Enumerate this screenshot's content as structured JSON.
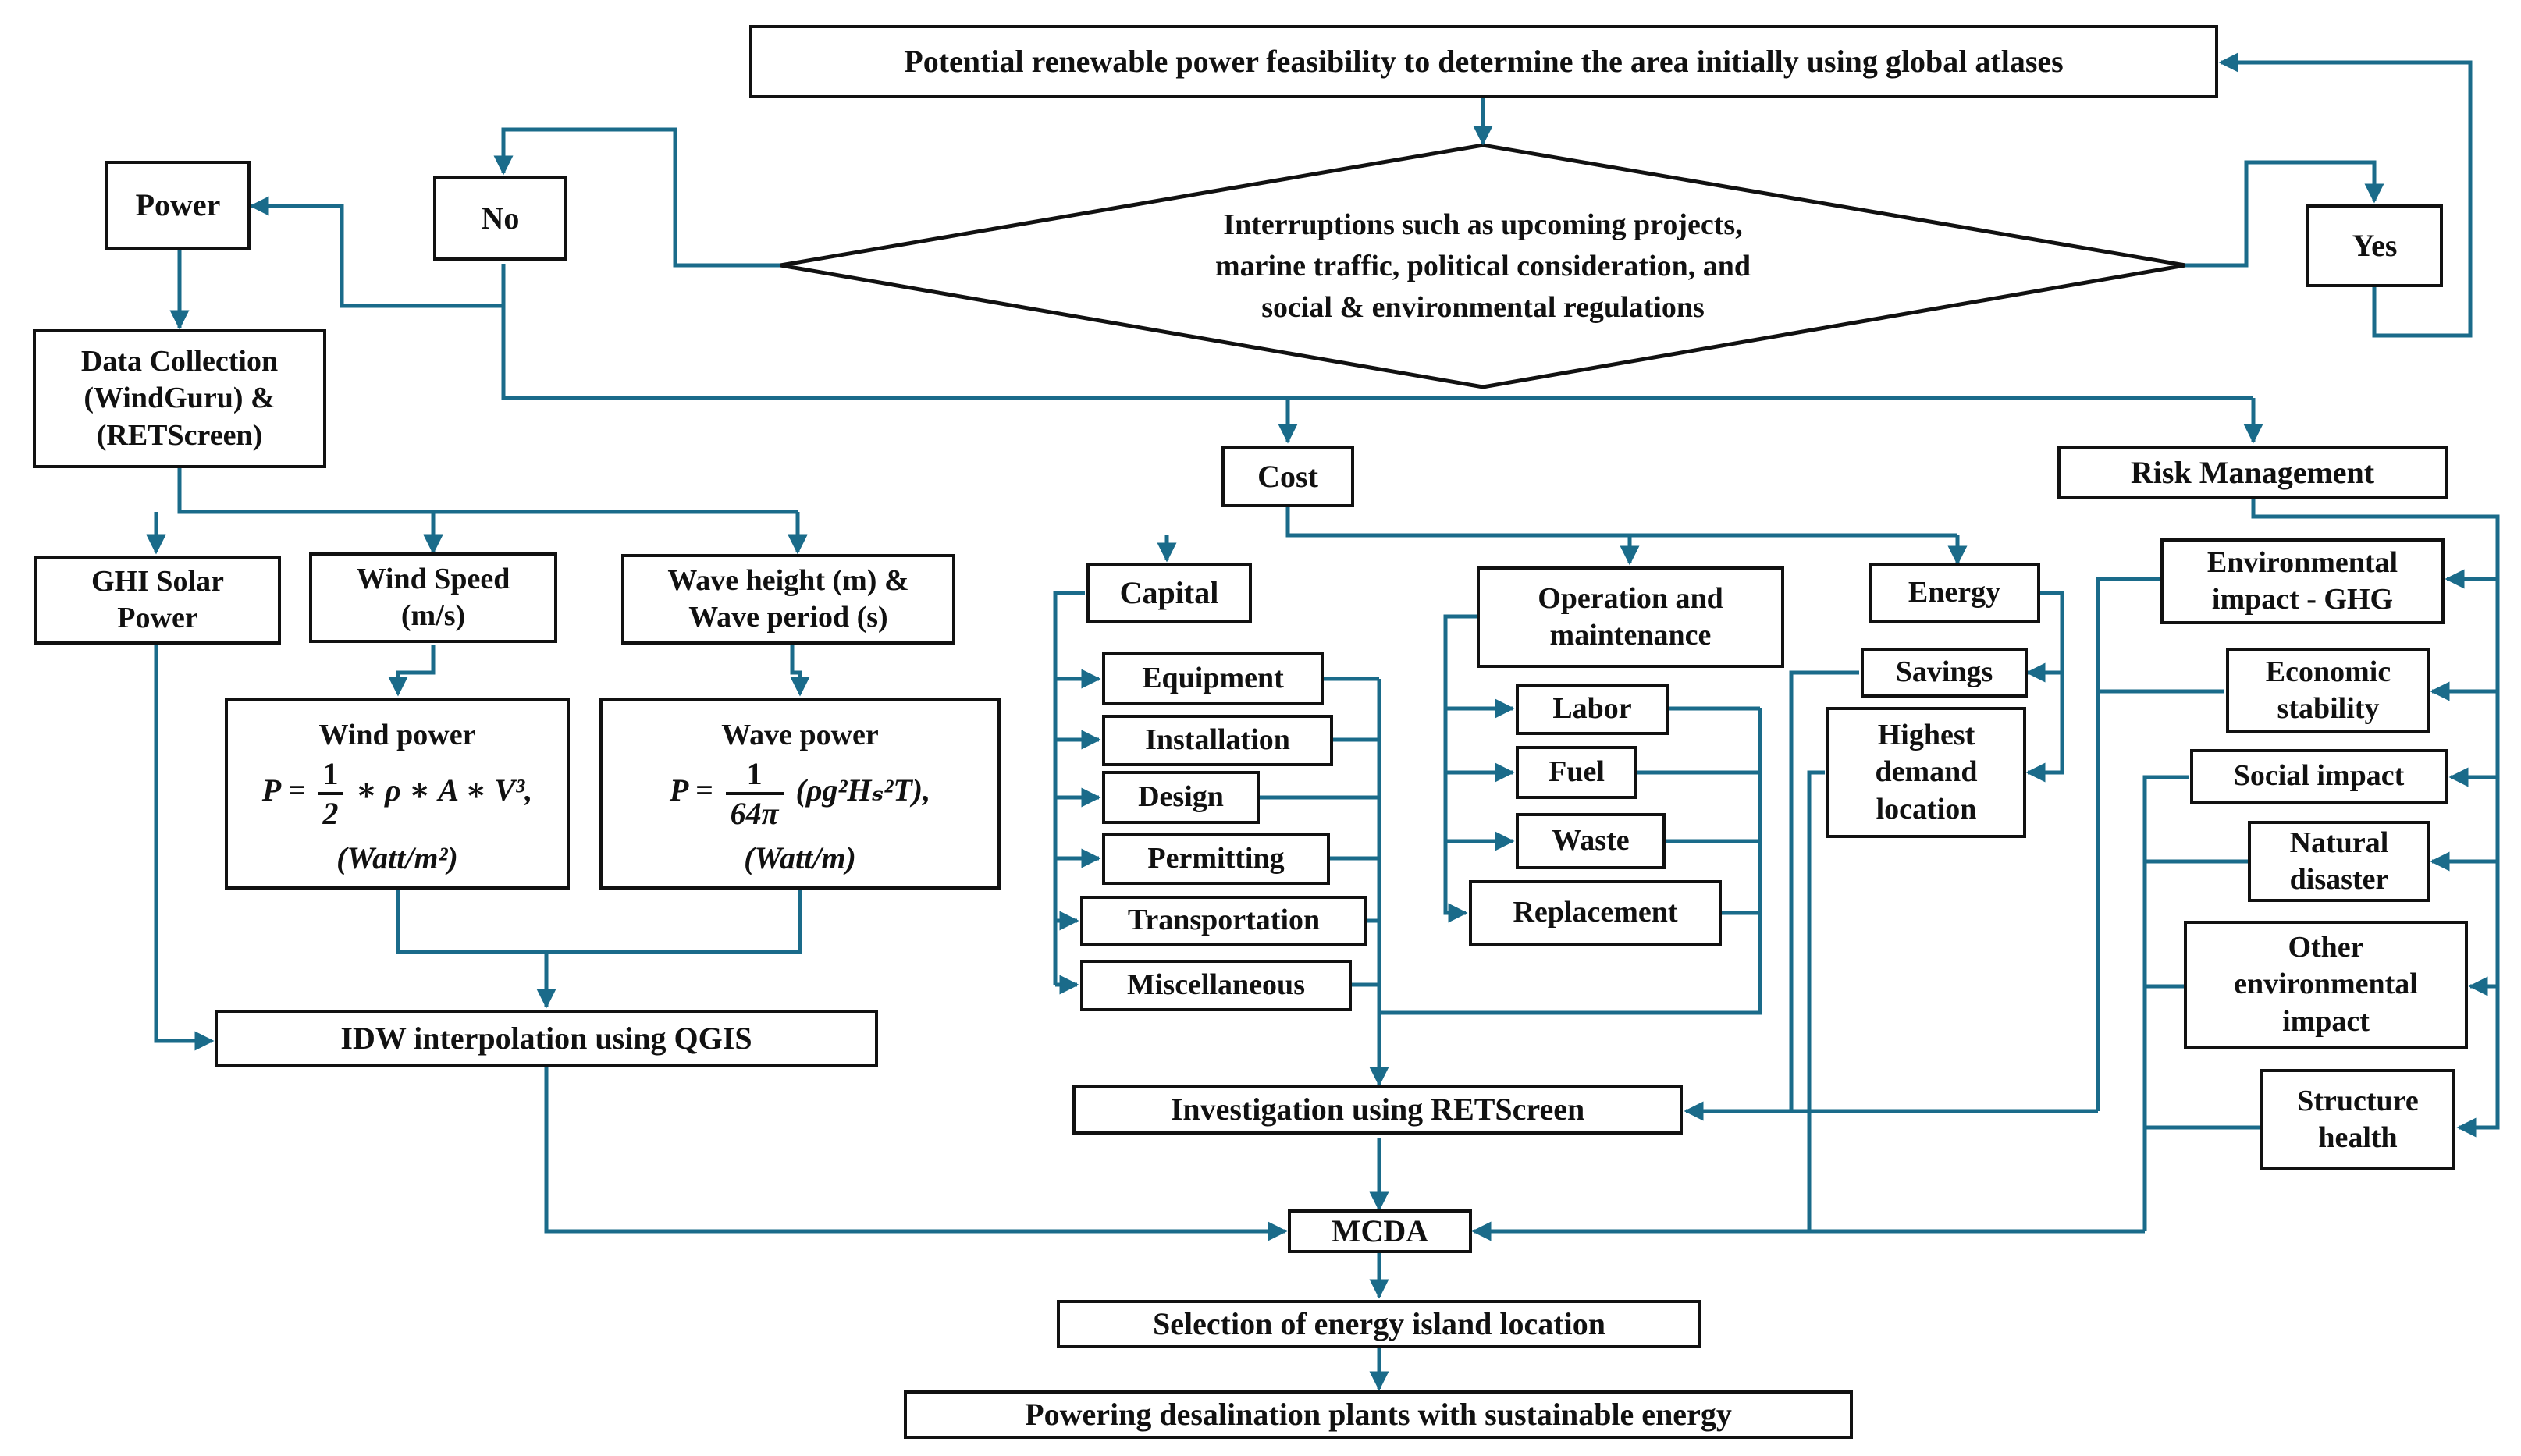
{
  "colors": {
    "connector": "#1a6b8a",
    "border": "#111111",
    "text": "#111111"
  },
  "nodes": {
    "top": "Potential renewable power feasibility to determine the area initially using global atlases",
    "decision": "Interruptions such as upcoming projects,\nmarine traffic, political consideration, and\nsocial & environmental regulations",
    "no": "No",
    "yes": "Yes",
    "power": "Power",
    "data_collection": "Data Collection\n(WindGuru) &\n(RETScreen)",
    "ghi": "GHI Solar\nPower",
    "wind_speed": "Wind Speed\n(m/s)",
    "wave_hp": "Wave height (m) &\nWave period (s)",
    "wind_power": {
      "title": "Wind power",
      "p": "P =",
      "num": "1",
      "den": "2",
      "rest": "∗ ρ ∗ A ∗ V³,",
      "unit": "(Watt/m²)"
    },
    "wave_power": {
      "title": "Wave power",
      "p": "P =",
      "num": "1",
      "den": "64π",
      "rest": "(ρg²Hₛ²T),",
      "unit": "(Watt/m)"
    },
    "idw": "IDW interpolation using QGIS",
    "cost": "Cost",
    "capital": "Capital",
    "equipment": "Equipment",
    "installation": "Installation",
    "design": "Design",
    "permitting": "Permitting",
    "transportation": "Transportation",
    "miscellaneous": "Miscellaneous",
    "om": "Operation and\nmaintenance",
    "labor": "Labor",
    "fuel": "Fuel",
    "waste": "Waste",
    "replacement": "Replacement",
    "energy": "Energy",
    "savings": "Savings",
    "highest_demand": "Highest\ndemand\nlocation",
    "risk": "Risk Management",
    "env_ghg": "Environmental\nimpact - GHG",
    "economic": "Economic\nstability",
    "social": "Social impact",
    "natural": "Natural\ndisaster",
    "other_env": "Other\nenvironmental\nimpact",
    "structure": "Structure\nhealth",
    "investigation": "Investigation using RETScreen",
    "mcda": "MCDA",
    "selection": "Selection of energy island location",
    "powering": "Powering desalination plants with sustainable energy"
  }
}
